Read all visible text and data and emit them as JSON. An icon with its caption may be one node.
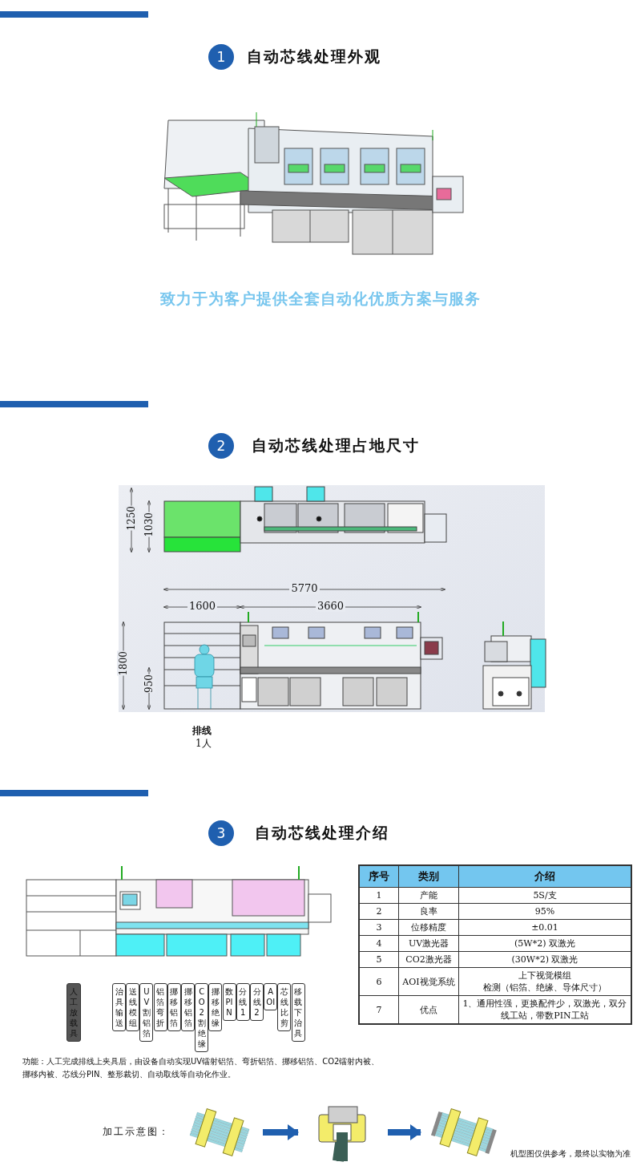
{
  "diagram": {
    "nodes": [
      {
        "text": [
          "1"
        ],
        "beside": [
          "自动芯线处理外观"
        ]
      },
      {
        "text": [
          "2"
        ],
        "beside": [
          "自动芯线处理占地尺寸"
        ]
      },
      {
        "text": [
          "3"
        ],
        "beside": [
          "自动芯线处理介绍"
        ]
      },
      {
        "text": [
          "人工放载具"
        ]
      },
      {
        "text": [
          "治具输送"
        ]
      },
      {
        "text": [
          "送线模组"
        ]
      },
      {
        "text": [
          "UV割铝箔"
        ]
      },
      {
        "text": [
          "铝箔弯折"
        ]
      },
      {
        "text": [
          "挪移铝箔"
        ]
      },
      {
        "text": [
          "挪移铝箔"
        ]
      },
      {
        "text": [
          "CO2割绝缘"
        ]
      },
      {
        "text": [
          "挪移绝缘"
        ]
      },
      {
        "text": [
          "数PIN"
        ]
      },
      {
        "text": [
          "分线1"
        ]
      },
      {
        "text": [
          "分线2"
        ]
      },
      {
        "text": [
          "AOI"
        ]
      },
      {
        "text": [
          "芯线比剪"
        ]
      },
      {
        "text": [
          "移载下治具"
        ]
      },
      {
        "text": [],
        "shape": "picture"
      },
      {
        "text": [],
        "shape": "picture"
      },
      {
        "text": [],
        "shape": "picture"
      }
    ],
    "edges": [
      {
        "from": 18,
        "to": 19,
        "arrow": "to"
      },
      {
        "from": 19,
        "to": 20,
        "arrow": "to"
      }
    ],
    "labels": [
      "致力于为客户提供全套自动化优质方案与服务",
      "1250",
      "1030",
      "5770",
      "1600",
      "3660",
      "1800",
      "950",
      "排线",
      "1人",
      "序号",
      "类别",
      "介绍",
      "1",
      "产能",
      "5S/支",
      "2",
      "良率",
      "95%",
      "3",
      "位移精度",
      "±0.01",
      "4",
      "UV激光器",
      "(5W*2) 双激光",
      "5",
      "CO2激光器",
      "(30W*2) 双激光",
      "6",
      "AOI视觉系统",
      "上下视觉模组",
      "检测（铝箔、绝缘、导体尺寸）",
      "7",
      "优点",
      "1、通用性强，更换配件少，双激光，双分线工站，带数PIN工站",
      "功能：人工完成排线上夹具后，由设备自动实现UV镭射铝箔、弯折铝箔、挪移铝箔、CO2镭射内被、挪移内被、芯线分PIN、整形裁切、自动取线等自动化作业。",
      "加工示意图：",
      "机型图仅供参考，最终以实物为准"
    ]
  }
}
